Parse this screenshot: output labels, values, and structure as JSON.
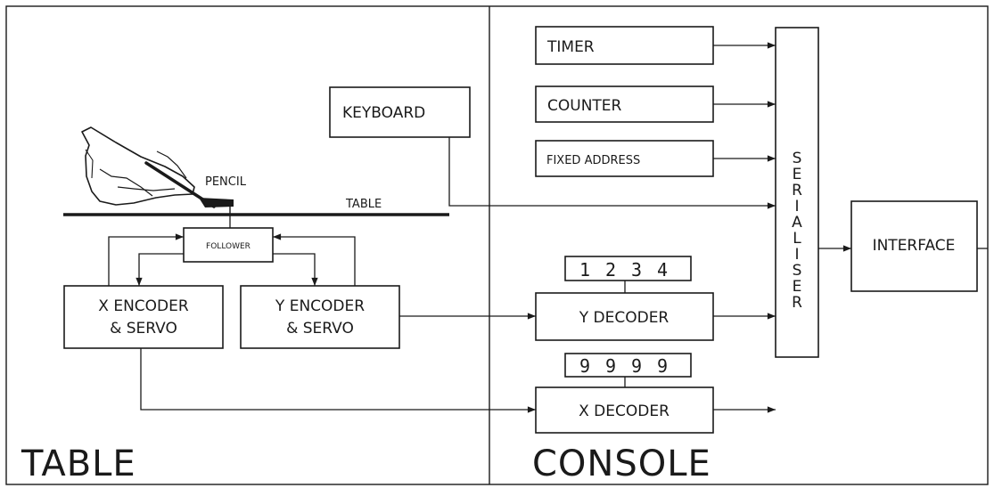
{
  "sections": {
    "left": "TABLE",
    "right": "CONSOLE"
  },
  "blocks": {
    "timer": "TIMER",
    "counter": "COUNTER",
    "fixed_address": "FIXED ADDRESS",
    "keyboard": "KEYBOARD",
    "serialiser": "SERIALISER",
    "interface": "INTERFACE",
    "follower": "FOLLOWER",
    "x_encoder_line1": "X ENCODER",
    "x_encoder_line2": "& SERVO",
    "y_encoder_line1": "Y ENCODER",
    "y_encoder_line2": "& SERVO",
    "y_decoder": "Y DECODER",
    "x_decoder": "X DECODER"
  },
  "labels": {
    "pencil": "PENCIL",
    "table_surface": "TABLE"
  },
  "displays": {
    "y_digits": [
      "1",
      "2",
      "3",
      "4"
    ],
    "x_digits": [
      "9",
      "9",
      "9",
      "9"
    ]
  }
}
